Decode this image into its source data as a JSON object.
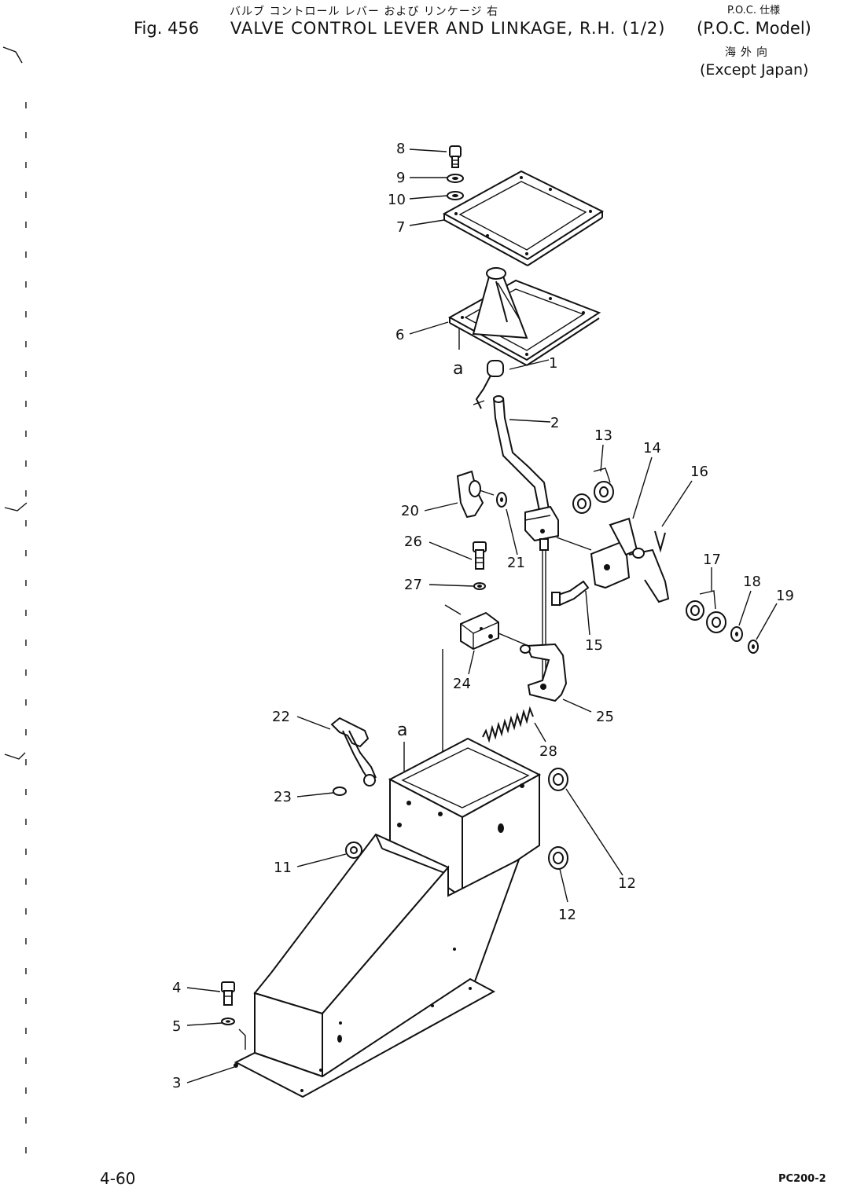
{
  "header": {
    "jp_title": "バルブ コントロール レバー および リンケージ 右",
    "fig_number": "Fig. 456",
    "fig_title": "VALVE CONTROL LEVER AND LINKAGE, R.H. (1/2)",
    "poc_jp": "P.O.C. 仕様",
    "poc_model": "(P.O.C. Model)",
    "overseas_jp": "海外向",
    "except_japan": "(Except Japan)"
  },
  "callouts": {
    "c1": "1",
    "c2": "2",
    "c3": "3",
    "c4": "4",
    "c5": "5",
    "c6": "6",
    "c7": "7",
    "c8": "8",
    "c9": "9",
    "c10": "10",
    "c11": "11",
    "c12a": "12",
    "c12b": "12",
    "c13": "13",
    "c14": "14",
    "c15": "15",
    "c16": "16",
    "c17": "17",
    "c18": "18",
    "c19": "19",
    "c20": "20",
    "c21": "21",
    "c22": "22",
    "c23": "23",
    "c24": "24",
    "c25": "25",
    "c26": "26",
    "c27": "27",
    "c28": "28",
    "ref_a_top": "a",
    "ref_a_bottom": "a"
  },
  "footer": {
    "page_number": "4-60",
    "model_code": "PC200-2"
  }
}
